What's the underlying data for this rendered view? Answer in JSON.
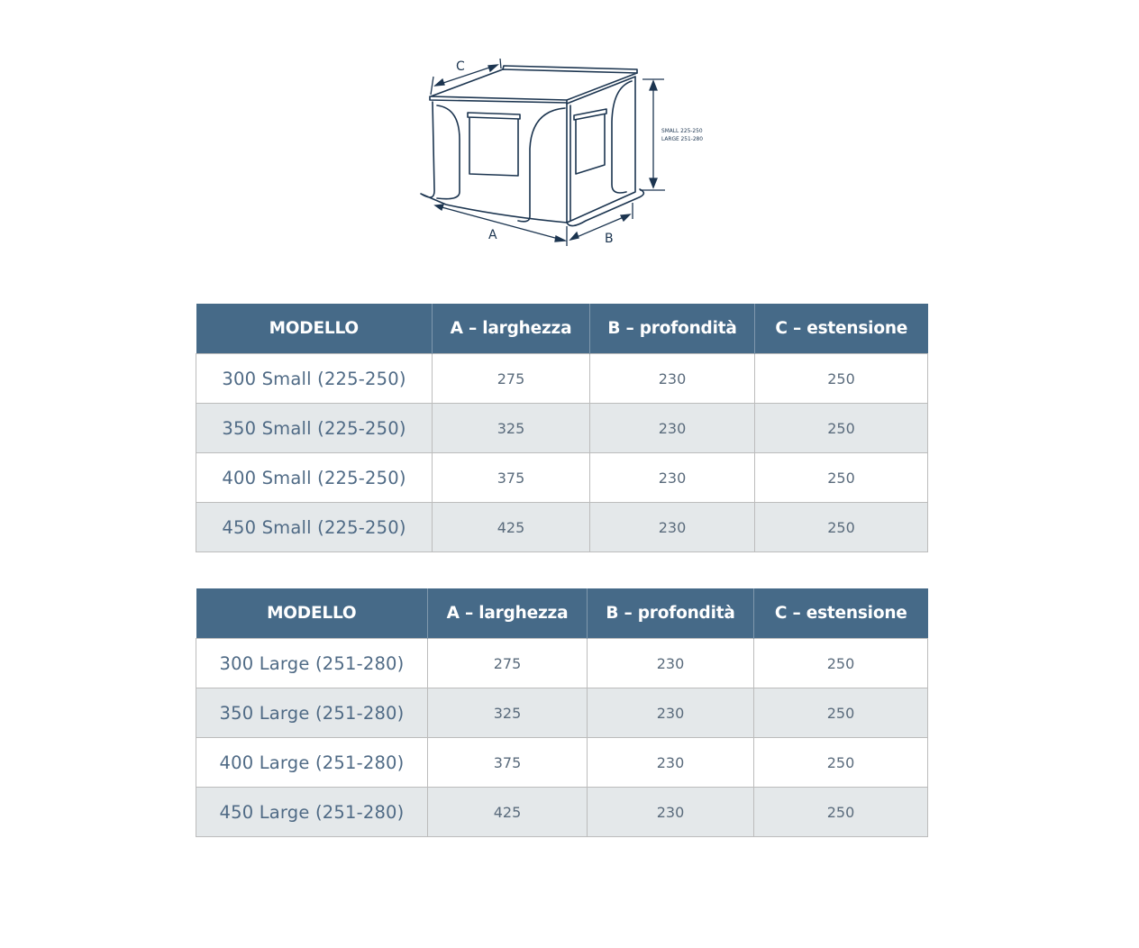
{
  "diagram": {
    "label_a": "A",
    "label_b": "B",
    "label_c": "C",
    "height_small": "SMALL 225-250",
    "height_large": "LARGE 251-280"
  },
  "table_small": {
    "headers": [
      "MODELLO",
      "A – larghezza",
      "B – profondità",
      "C – estensione"
    ],
    "rows": [
      {
        "model": "300 Small (225-250)",
        "a": "275",
        "b": "230",
        "c": "250"
      },
      {
        "model": "350 Small (225-250)",
        "a": "325",
        "b": "230",
        "c": "250"
      },
      {
        "model": "400 Small (225-250)",
        "a": "375",
        "b": "230",
        "c": "250"
      },
      {
        "model": "450 Small (225-250)",
        "a": "425",
        "b": "230",
        "c": "250"
      }
    ]
  },
  "table_large": {
    "headers": [
      "MODELLO",
      "A – larghezza",
      "B – profondità",
      "C – estensione"
    ],
    "rows": [
      {
        "model": "300 Large (251-280)",
        "a": "275",
        "b": "230",
        "c": "250"
      },
      {
        "model": "350 Large (251-280)",
        "a": "325",
        "b": "230",
        "c": "250"
      },
      {
        "model": "400 Large (251-280)",
        "a": "375",
        "b": "230",
        "c": "250"
      },
      {
        "model": "450 Large (251-280)",
        "a": "425",
        "b": "230",
        "c": "250"
      }
    ]
  },
  "colors": {
    "header_bg": "#466a88",
    "header_text": "#ffffff",
    "stripe_bg": "#e4e8ea",
    "line_art": "#1c3550"
  }
}
